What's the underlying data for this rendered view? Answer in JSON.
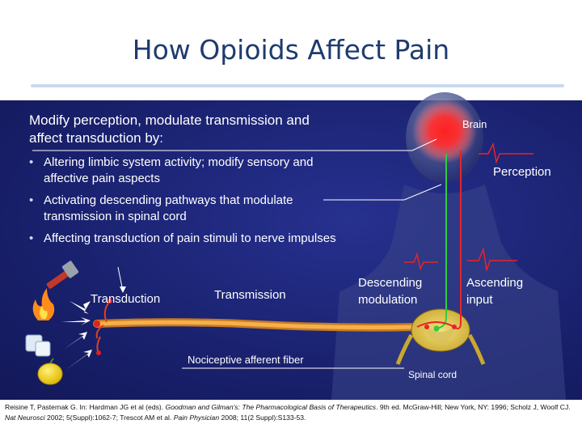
{
  "title": "How Opioids Affect Pain",
  "intro": "Modify perception, modulate transmission and affect transduction by:",
  "bullets": [
    "Altering limbic system activity; modify sensory and affective pain aspects",
    "Activating descending pathways that modulate transmission in spinal cord",
    "Affecting transduction of pain stimuli to nerve impulses"
  ],
  "diagram_labels": {
    "brain": "Brain",
    "perception": "Perception",
    "descending": "Descending modulation",
    "ascending": "Ascending input",
    "transduction": "Transduction",
    "transmission": "Transmission",
    "afferent": "Nociceptive afferent fiber",
    "spinal_cord": "Spinal cord"
  },
  "citation": {
    "authors": "Reisine T, Pasternak G. In: Hardman JG et al (eds). ",
    "book": "Goodman and Gilman's: The Pharmacological Basis of Therapeutics",
    "details": ". 9th ed. McGraw-Hill; New York, NY: 1996; Scholz J, Woolf CJ. ",
    "journal1": "Nat Neurosci",
    "details2": " 2002; 5(Suppl):1062-7; Trescot AM et al. ",
    "journal2": "Pain Physician",
    "details3": " 2008; 11(2 Suppl):S133-53."
  },
  "colors": {
    "title": "#1f3b6e",
    "panel": "#1a2270",
    "brain": "#ff2a2a",
    "descending_path": "#2ecc40",
    "ascending_path": "#e8232a",
    "nerve_fiber": "#f0a13a"
  },
  "icons": [
    "hammer-icon",
    "flame-icon",
    "ice-icon",
    "lemon-icon"
  ]
}
